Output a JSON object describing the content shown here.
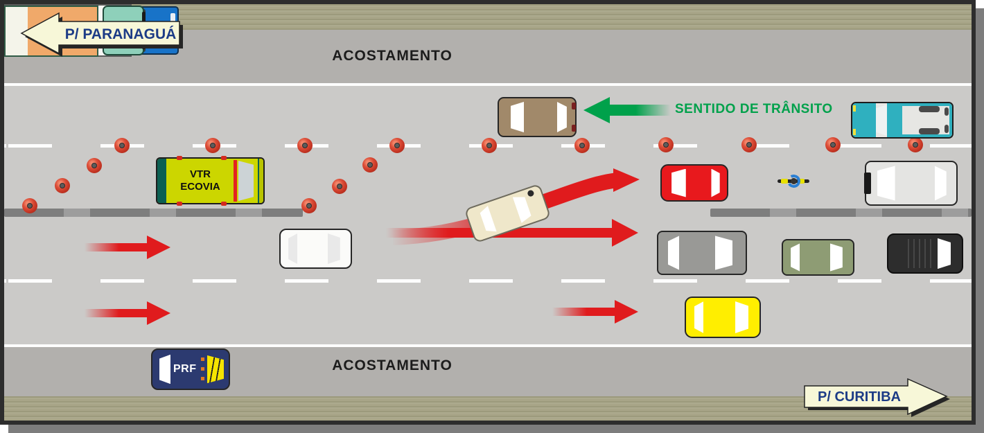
{
  "signs": {
    "to_paranagua": "P/ PARANAGUÁ",
    "to_curitiba": "P/ CURITIBA"
  },
  "labels": {
    "shoulder_top": "ACOSTAMENTO",
    "shoulder_bottom": "ACOSTAMENTO",
    "traffic_direction": "SENTIDO DE TRÂNSITO"
  },
  "vehicles": {
    "ecovia_van": {
      "line1": "VTR",
      "line2": "ECOVIA"
    },
    "police_car": {
      "label": "PRF"
    }
  },
  "scene": {
    "description": "Highway contraflow lane-closure diagram with traffic cones",
    "cones_count": 16,
    "vehicles": [
      {
        "name": "brown-car",
        "color": "#a1896a",
        "facing": "left"
      },
      {
        "name": "teal-pickup",
        "color": "#2fb0bf",
        "facing": "left"
      },
      {
        "name": "ecovia-response-van",
        "color": "#ccd600",
        "facing": "right"
      },
      {
        "name": "red-car",
        "color": "#e8191d",
        "facing": "left"
      },
      {
        "name": "cyclist",
        "color": "#2a7fd4",
        "facing": "left"
      },
      {
        "name": "silver-minivan",
        "color": "#e4e4e2",
        "facing": "left"
      },
      {
        "name": "beige-car-merging",
        "color": "#efe7ca",
        "facing": "up-right"
      },
      {
        "name": "white-car",
        "color": "#fbfbf9",
        "facing": "right"
      },
      {
        "name": "gray-van",
        "color": "#999996",
        "facing": "right"
      },
      {
        "name": "green-suv",
        "color": "#8e9c74",
        "facing": "right"
      },
      {
        "name": "black-car",
        "color": "#2d2d2d",
        "facing": "right"
      },
      {
        "name": "semi-truck-blue-cab",
        "color": "#1873c8",
        "facing": "right"
      },
      {
        "name": "yellow-car",
        "color": "#ffee00",
        "facing": "right"
      },
      {
        "name": "orange-flatbed-truck",
        "color": "#f0a96a",
        "facing": "right"
      },
      {
        "name": "prf-police-car",
        "color": "#2c3a70",
        "facing": "left"
      }
    ]
  },
  "colors": {
    "road": "#cbcac8",
    "shoulder": "#b2b0ad",
    "grass": "#a8a588",
    "cone_red": "#d94531",
    "flow_arrow_red": "#e01b1d",
    "direction_arrow_green": "#00a14b",
    "sign_fill": "#f7f7d8",
    "sign_text": "#1c3b86",
    "frame": "#2d2d2d"
  }
}
